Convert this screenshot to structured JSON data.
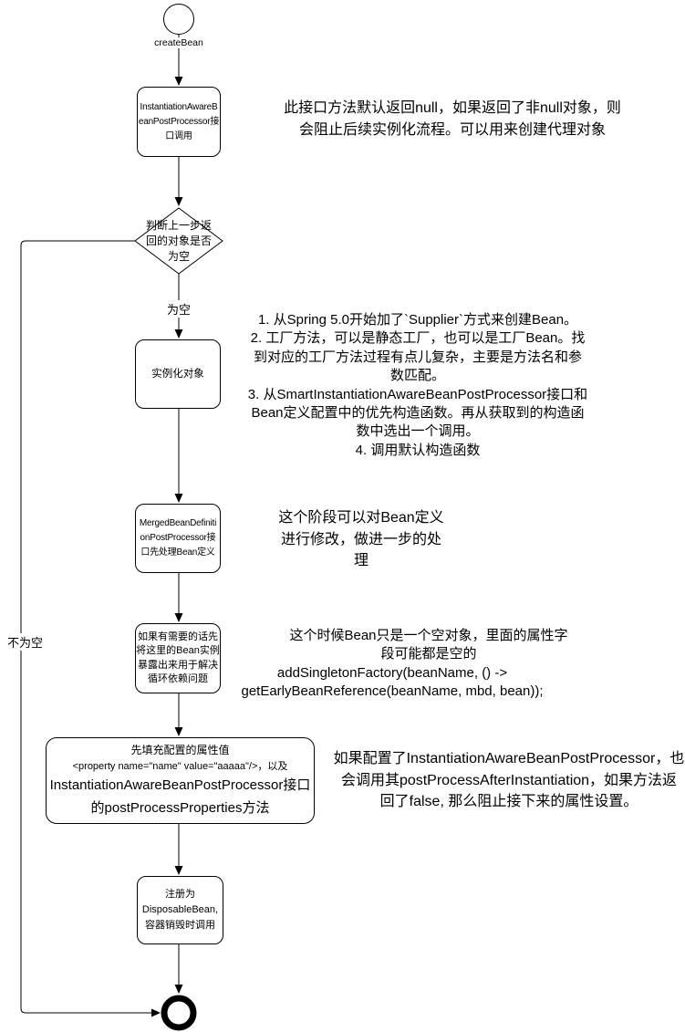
{
  "diagram": {
    "colors": {
      "stroke": "#000000",
      "fill": "#ffffff",
      "text": "#000000"
    },
    "start": {
      "label": "createBean"
    },
    "nodes": {
      "post_processor": {
        "text": "InstantiationAwareB\neanPostProcessor接\n口调用"
      },
      "decision": {
        "text": "判断上一步返\n回的对象是否\n为空"
      },
      "instantiate": {
        "text": "实例化对象"
      },
      "merged_definition": {
        "text": "MergedBeanDefiniti\nonPostProcessor接\n口先处理Bean定义"
      },
      "early_expose": {
        "text": "如果有需要的话先\n将这里的Bean实例\n暴露出来用于解决\n循环依赖问题"
      },
      "fill_properties": {
        "line1": "先填充配置的属性值",
        "line2": "<property name=\"name\" value=\"aaaaa\"/>，以及",
        "line3": "InstantiationAwareBeanPostProcessor接口",
        "line4": "的postProcessProperties方法"
      },
      "register_disposable": {
        "text": "注册为\nDisposableBean,\n容器销毁时调用"
      }
    },
    "edges": {
      "empty_label": "为空",
      "not_empty_label": "不为空"
    },
    "annotations": {
      "proxy_note": "此接口方法默认返回null，如果返回了非null对象，则\n会阻止后续实例化流程。可以用来创建代理对象",
      "instantiate_note": "1. 从Spring 5.0开始加了`Supplier`方式来创建Bean。\n2. 工厂方法，可以是静态工厂，也可以是工厂Bean。找\n到对应的工厂方法过程有点儿复杂，主要是方法名和参\n数匹配。\n3. 从SmartInstantiationAwareBeanPostProcessor接口和\nBean定义配置中的优先构造函数。再从获取到的构造函\n数中选出一个调用。\n4. 调用默认构造函数",
      "merged_note": "这个阶段可以对Bean定义\n进行修改，做进一步的处\n理",
      "early_note": "这个时候Bean只是一个空对象，里面的属性字\n段可能都是空的",
      "early_code": "addSingletonFactory(beanName, () ->\ngetEarlyBeanReference(beanName, mbd, bean));",
      "properties_note": "如果配置了InstantiationAwareBeanPostProcessor，也\n会调用其postProcessAfterInstantiation，如果方法返\n回了false, 那么阻止接下来的属性设置。"
    }
  }
}
